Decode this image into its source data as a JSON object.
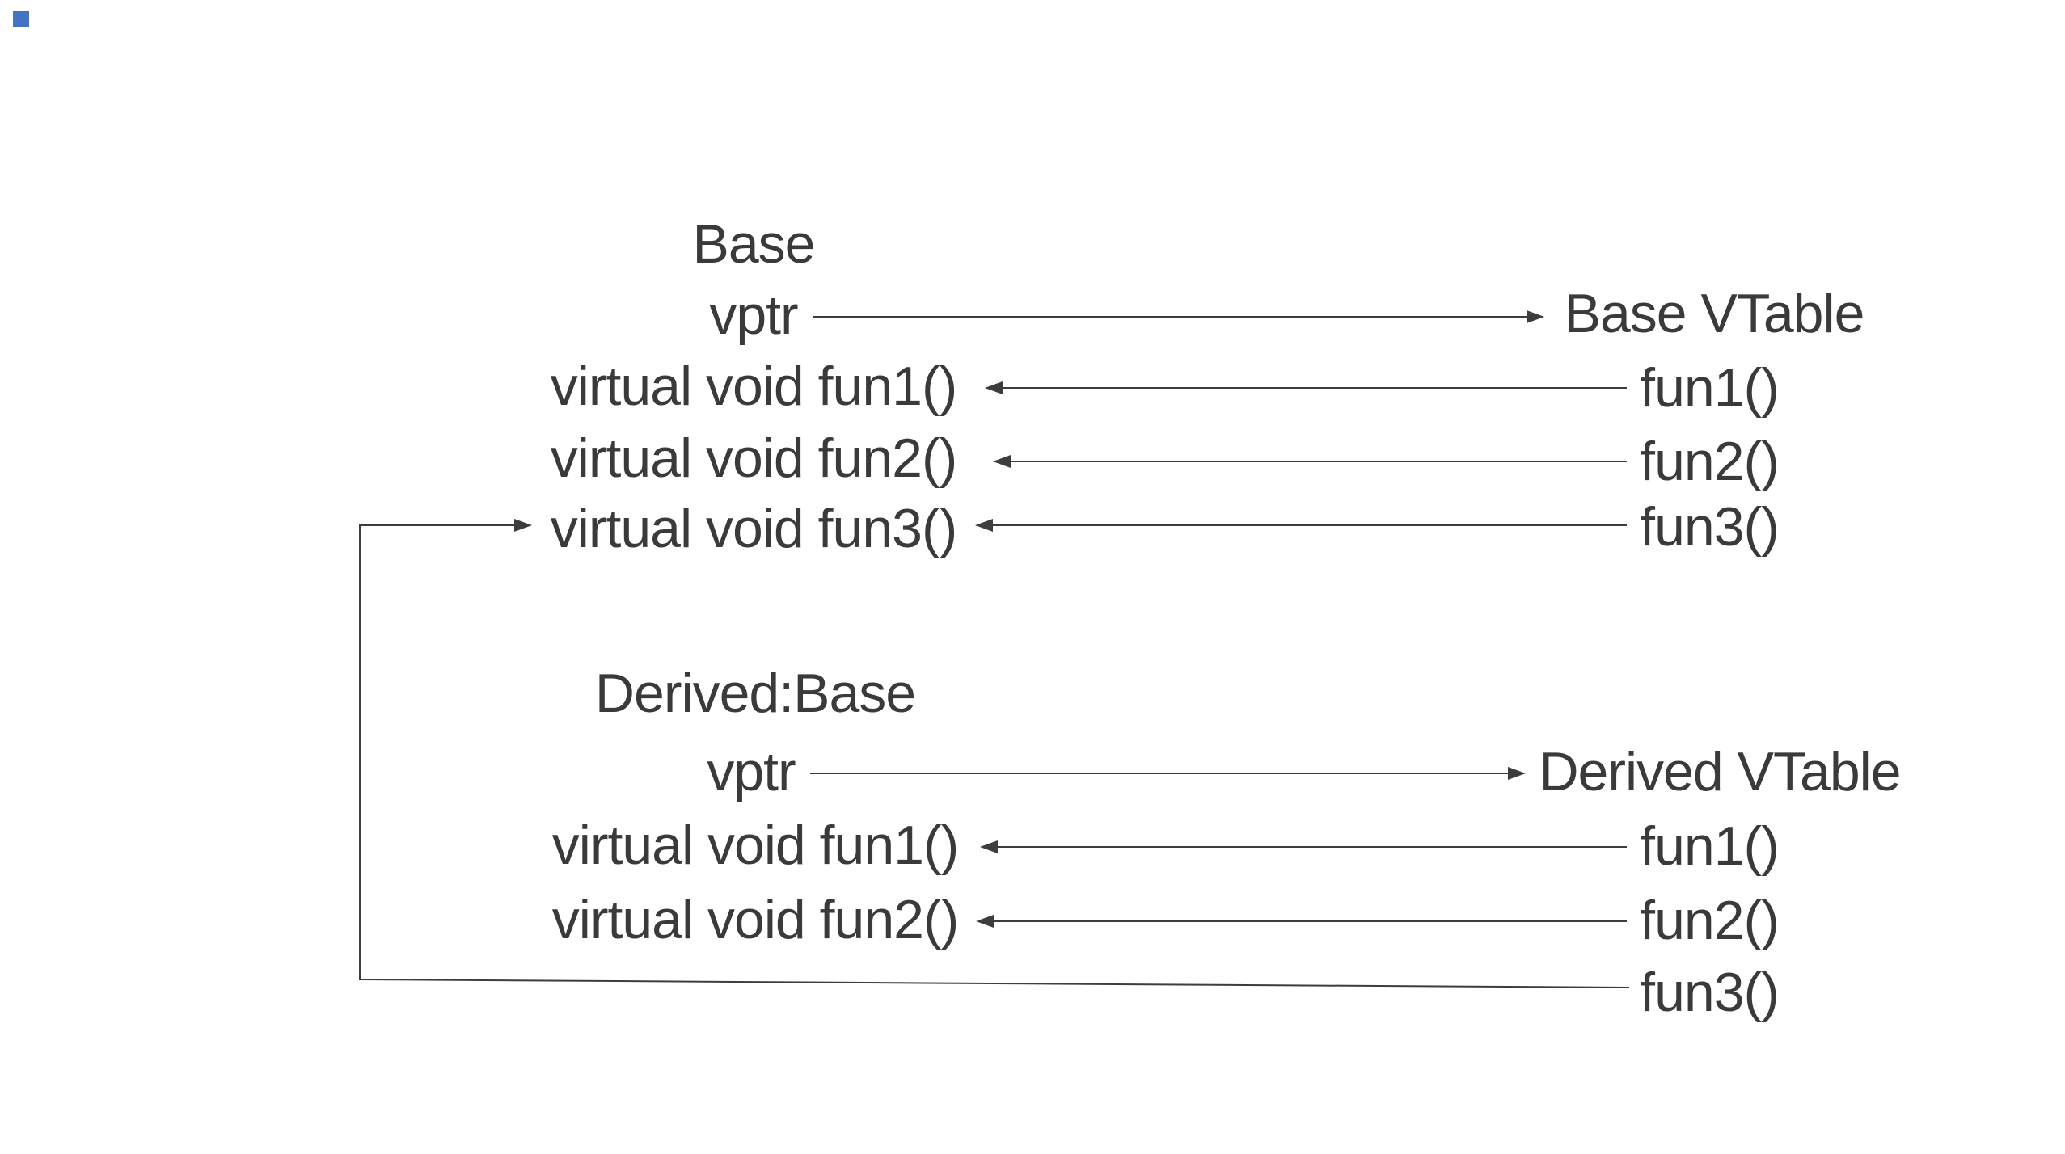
{
  "canvas": {
    "background": "#ffffff",
    "text_color": "#3a3a3a",
    "line_color": "#3d3d3d",
    "accent_color": "#4472c4"
  },
  "base_class": {
    "title": "Base",
    "vptr_label": "vptr",
    "methods": [
      "virtual void fun1()",
      "virtual void fun2()",
      "virtual void fun3()"
    ]
  },
  "base_vtable": {
    "title": "Base VTable",
    "entries": [
      "fun1()",
      "fun2()",
      "fun3()"
    ]
  },
  "derived_class": {
    "title": "Derived:Base",
    "vptr_label": "vptr",
    "methods": [
      "virtual void fun1()",
      "virtual void fun2()"
    ]
  },
  "derived_vtable": {
    "title": "Derived VTable",
    "entries": [
      "fun1()",
      "fun2()",
      "fun3()"
    ]
  },
  "arrows": [
    {
      "label": "Base vptr to Base VTable"
    },
    {
      "label": "Base VTable fun1() to Base virtual void fun1()"
    },
    {
      "label": "Base VTable fun2() to Base virtual void fun2()"
    },
    {
      "label": "Base VTable fun3() to Base virtual void fun3()"
    },
    {
      "label": "Derived vptr to Derived VTable"
    },
    {
      "label": "Derived VTable fun1() to Derived virtual void fun1()"
    },
    {
      "label": "Derived VTable fun2() to Derived virtual void fun2()"
    },
    {
      "label": "Derived VTable fun3() to Base virtual void fun3() (inherited, not overridden)"
    }
  ]
}
